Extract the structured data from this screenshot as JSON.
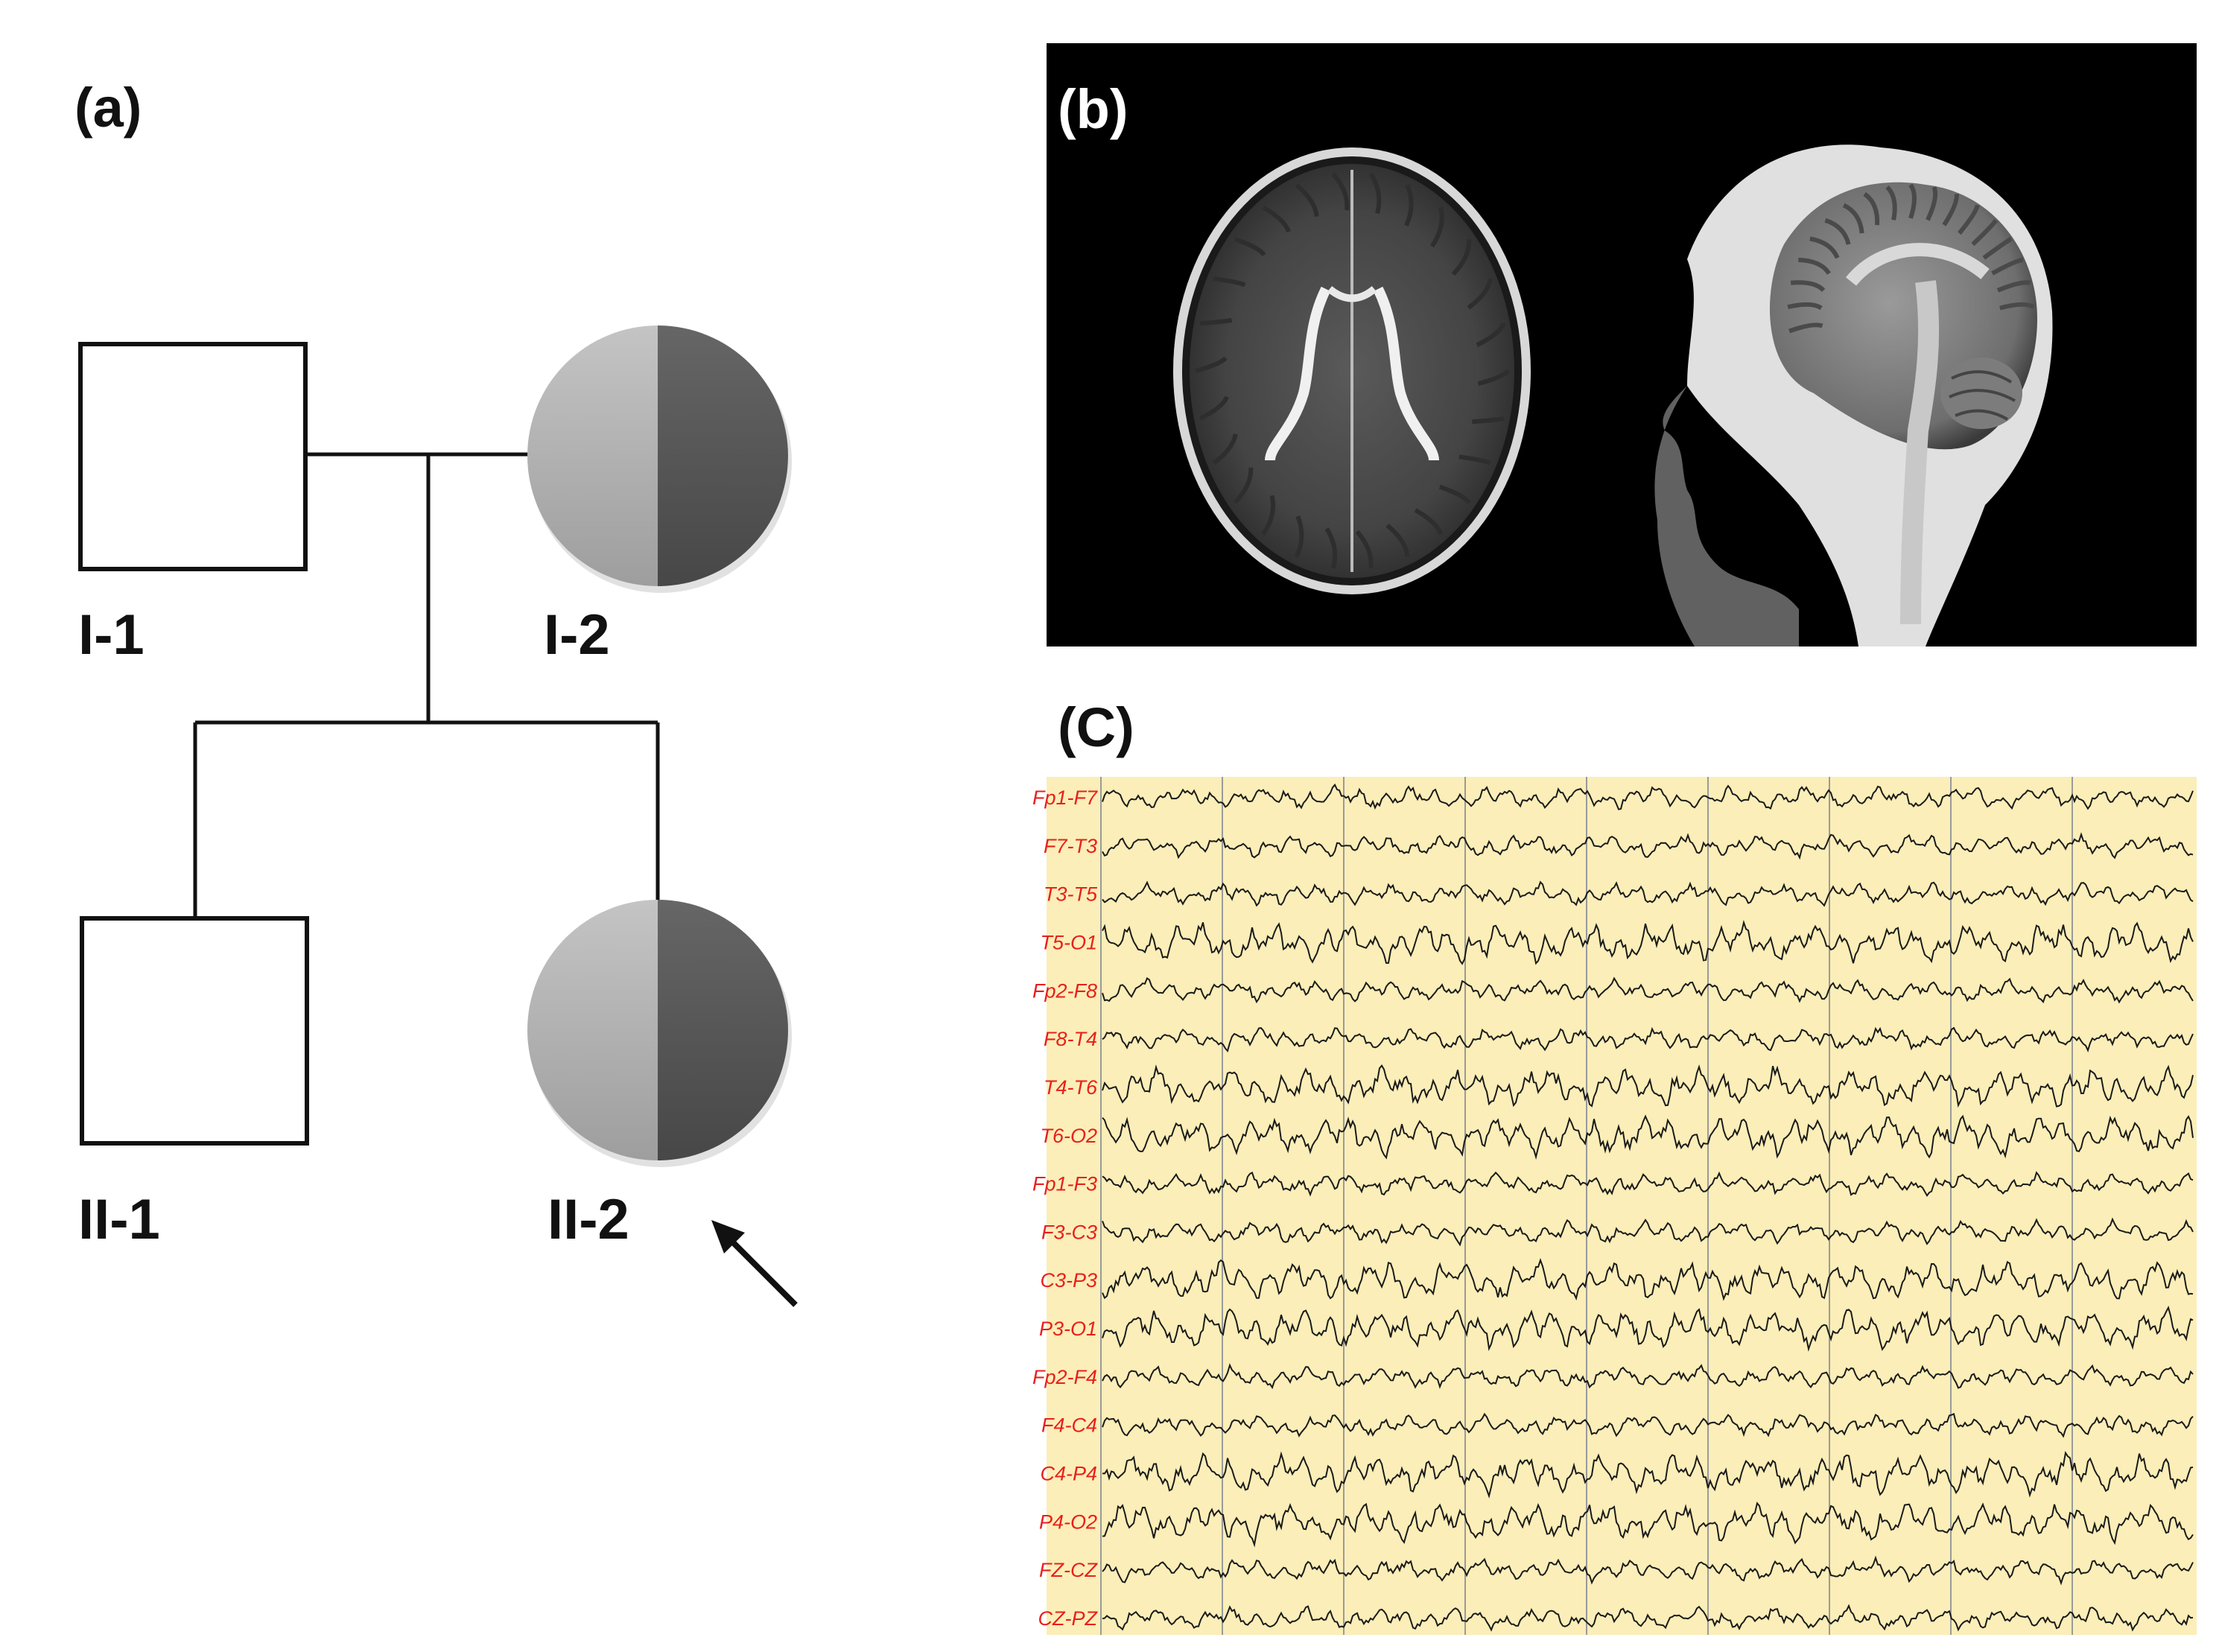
{
  "panels": {
    "a": "(a)",
    "b": "(b)",
    "c": "(C)"
  },
  "pedigree": {
    "members": [
      {
        "id": "I-1",
        "sex": "male",
        "affected": false
      },
      {
        "id": "I-2",
        "sex": "female",
        "affected": true
      },
      {
        "id": "II-1",
        "sex": "male",
        "affected": false
      },
      {
        "id": "II-2",
        "sex": "female",
        "affected": true,
        "proband": true
      }
    ],
    "colors": {
      "line": "#111111",
      "fill_light": "#b0b0b0",
      "fill_dark": "#555555"
    },
    "proband_marker": "arrow-icon"
  },
  "mri": {
    "views": [
      "axial-brain-image",
      "sagittal-brain-image"
    ],
    "background": "#000000"
  },
  "eeg": {
    "background": "#fbeeb8",
    "label_color": "#e8201c",
    "trace_color": "#1a1a1a",
    "gridline_color": "#9a9a9a",
    "channels": [
      "Fp1-F7",
      "F7-T3",
      "T3-T5",
      "T5-O1",
      "Fp2-F8",
      "F8-T4",
      "T4-T6",
      "T6-O2",
      "Fp1-F3",
      "F3-C3",
      "C3-P3",
      "P3-O1",
      "Fp2-F4",
      "F4-C4",
      "C4-P4",
      "P4-O2",
      "FZ-CZ",
      "CZ-PZ"
    ]
  }
}
